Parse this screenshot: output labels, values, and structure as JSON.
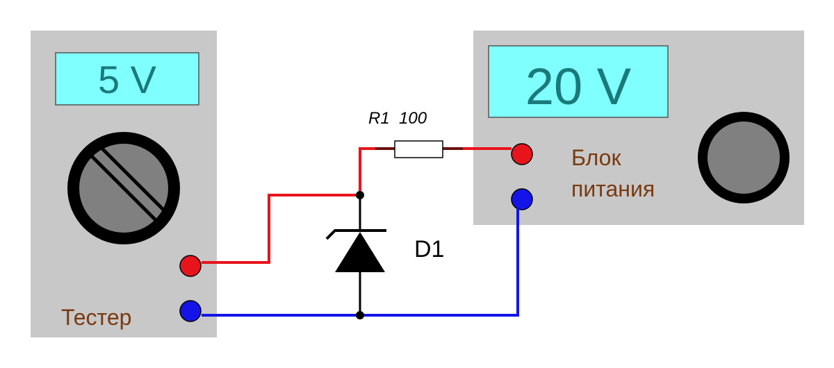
{
  "tester": {
    "display_value": "5 V",
    "label": "Тестер"
  },
  "power_supply": {
    "display_value": "20 V",
    "label_line1": "Блок",
    "label_line2": "питания"
  },
  "resistor": {
    "label": "R1  100"
  },
  "diode": {
    "label": "D1"
  },
  "colors": {
    "panel": "#c8c8c8",
    "display": "#80ffff",
    "display_text": "#1a7a7a",
    "label_text": "#7a3a10",
    "wire_positive": "#e8141c",
    "wire_negative": "#1414e8",
    "knob_outer": "#000000",
    "knob_inner": "#808080"
  }
}
